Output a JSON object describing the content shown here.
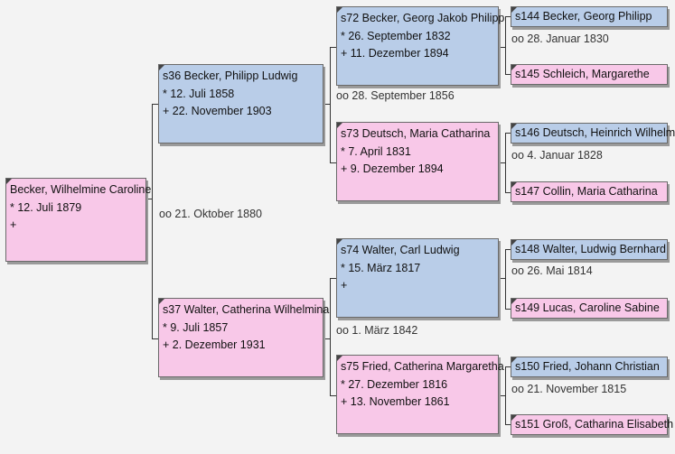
{
  "person": {
    "name": "Becker, Wilhelmine Caroline",
    "birth": "* 12. Juli 1879",
    "death": "+"
  },
  "parents": {
    "father": {
      "name": "s36 Becker, Philipp Ludwig",
      "birth": "* 12. Juli 1858",
      "death": "+ 22. November 1903"
    },
    "mother": {
      "name": "s37 Walter, Catherina Wilhelmina",
      "birth": "* 9. Juli 1857",
      "death": "+ 2. Dezember 1931"
    },
    "marriage": "oo 21. Oktober 1880"
  },
  "grandparents": {
    "s72": {
      "name": "s72 Becker, Georg Jakob Philipp",
      "birth": "* 26. September 1832",
      "death": "+ 11. Dezember 1894"
    },
    "s73": {
      "name": "s73 Deutsch, Maria Catharina",
      "birth": "* 7. April 1831",
      "death": "+ 9. Dezember 1894"
    },
    "s74": {
      "name": "s74 Walter, Carl Ludwig",
      "birth": "* 15. März 1817",
      "death": "+"
    },
    "s75": {
      "name": "s75 Fried, Catherina Margaretha",
      "birth": "* 27. Dezember 1816",
      "death": "+ 13. November 1861"
    },
    "marriage_paternal": "oo 28. September 1856",
    "marriage_maternal": "oo 1. März 1842"
  },
  "great_grandparents": {
    "s144": "s144 Becker, Georg Philipp",
    "s145": "s145 Schleich, Margarethe",
    "s146": "s146 Deutsch, Heinrich Wilhelm",
    "s147": "s147 Collin, Maria Catharina",
    "s148": "s148 Walter, Ludwig Bernhard",
    "s149": "s149 Lucas, Caroline Sabine",
    "s150": "s150 Fried, Johann Christian",
    "s151": "s151 Groß, Catharina Elisabeth",
    "marriage_144_145": "oo 28. Januar 1830",
    "marriage_146_147": "oo 4. Januar 1828",
    "marriage_148_149": "oo 26. Mai 1814",
    "marriage_150_151": "oo 21. November 1815"
  },
  "colors": {
    "male": "#b9cde8",
    "female": "#f8c8e8",
    "background": "#f3f3f3",
    "line": "#333333"
  }
}
